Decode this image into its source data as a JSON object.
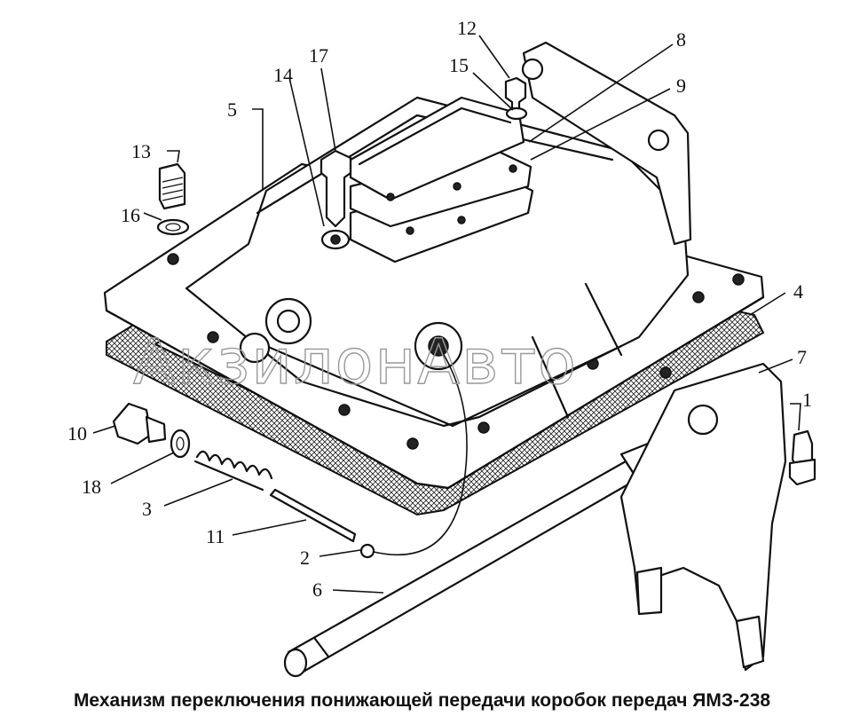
{
  "caption": "Механизм переключения понижающей передачи коробок передач ЯМЗ-238",
  "watermark": "АкзилонАвто",
  "callouts": {
    "c1": "1",
    "c2": "2",
    "c3": "3",
    "c4": "4",
    "c5": "5",
    "c6": "6",
    "c7": "7",
    "c8": "8",
    "c9": "9",
    "c10": "10",
    "c11": "11",
    "c12": "12",
    "c13": "13",
    "c14": "14",
    "c15": "15",
    "c16": "16",
    "c17": "17",
    "c18": "18"
  }
}
